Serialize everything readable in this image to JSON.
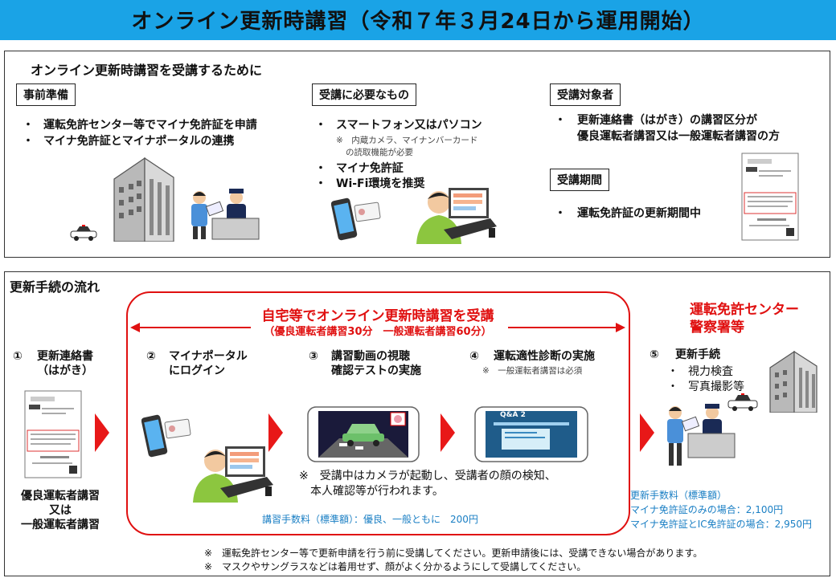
{
  "banner": {
    "title": "オンライン更新時講習（令和７年３月24日から運用開始）"
  },
  "prep": {
    "heading": "オンライン更新時講習を受講するために",
    "section1": {
      "label": "事前準備",
      "items": [
        "運転免許センター等でマイナ免許証を申請",
        "マイナ免許証とマイナポータルの連携"
      ]
    },
    "section2": {
      "label": "受講に必要なもの",
      "items": [
        "スマートフォン又はパソコン",
        "マイナ免許証",
        "Wi-Fi環境を推奨"
      ],
      "note_line1": "※　内蔵カメラ、マイナンバーカード",
      "note_line2": "の読取機能が必要"
    },
    "section3": {
      "label": "受講対象者",
      "item_line1": "更新連絡書（はがき）の講習区分が",
      "item_line2": "優良運転者講習又は一般運転者講習の方"
    },
    "section4": {
      "label": "受講期間",
      "item": "運転免許証の更新期間中"
    },
    "bullet": "・"
  },
  "flow": {
    "heading": "更新手続の流れ",
    "home_title": "自宅等でオンライン更新時講習を受講",
    "home_subtitle": "（優良運転者講習30分　一般運転者講習60分）",
    "center_title_line1": "運転免許センター",
    "center_title_line2": "警察署等",
    "steps": [
      {
        "num": "①",
        "line1": "更新連絡書",
        "line2": "（はがき）"
      },
      {
        "num": "②",
        "line1": "マイナポータル",
        "line2": "にログイン"
      },
      {
        "num": "③",
        "line1": "講習動画の視聴",
        "line2": "確認テストの実施"
      },
      {
        "num": "④",
        "line1": "運転適性診断の実施",
        "note": "※　一般運転者講習は必須"
      },
      {
        "num": "⑤",
        "line1": "更新手続",
        "sub1": "視力検査",
        "sub2": "写真撮影等"
      }
    ],
    "step1_bottom_line1": "優良運転者講習",
    "step1_bottom_line2": "又は",
    "step1_bottom_line3": "一般運転者講習",
    "camera_note_line1": "※　受講中はカメラが起動し、受講者の顔の検知、",
    "camera_note_line2": "本人確認等が行われます。",
    "course_fee": "講習手数料（標準額）：優良、一般ともに　200円",
    "renewal_fee_title": "更新手数料（標準額）",
    "renewal_fee_line1": "マイナ免許証のみの場合：2,100円",
    "renewal_fee_line2": "マイナ免許証とIC免許証の場合：2,950円",
    "footer_note1": "※　運転免許センター等で更新申請を行う前に受講してください。更新申請後には、受講できない場合があります。",
    "footer_note2": "※　マスクやサングラスなどは着用せず、顔がよく分かるようにして受講してください。",
    "quiz_screen_title": "Q&A 2",
    "bullet": "・"
  },
  "colors": {
    "banner": "#1aa3e6",
    "accent_red": "#e01010",
    "fee_blue": "#1a7fc4"
  },
  "icons": [
    "building-icon",
    "police-car-icon",
    "officer-icon",
    "person-with-card-icon",
    "smartphone-icon",
    "person-at-laptop-icon",
    "postcard-icon",
    "video-screen-icon",
    "quiz-screen-icon",
    "chevron-right-icon"
  ]
}
